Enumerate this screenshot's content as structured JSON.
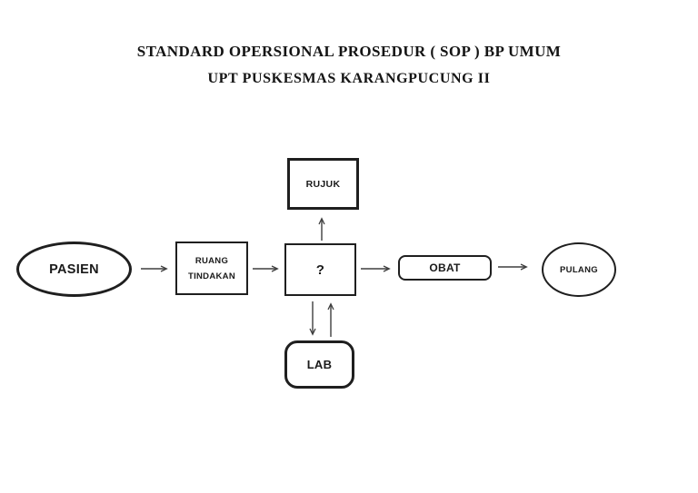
{
  "document": {
    "title_line1": "STANDARD OPERSIONAL PROSEDUR ( SOP ) BP UMUM",
    "title_line2": "UPT PUSKESMAS KARANGPUCUNG II"
  },
  "flowchart": {
    "nodes": {
      "pasien": {
        "label": "PASIEN",
        "shape": "ellipse"
      },
      "ruang_tindakan": {
        "label_line1": "RUANG",
        "label_line2": "TINDAKAN",
        "shape": "rectangle"
      },
      "decision": {
        "label": "?",
        "shape": "rectangle"
      },
      "rujuk": {
        "label": "RUJUK",
        "shape": "rectangle"
      },
      "lab": {
        "label": "LAB",
        "shape": "rounded-rectangle"
      },
      "obat": {
        "label": "OBAT",
        "shape": "rounded-rectangle"
      },
      "pulang": {
        "label": "PULANG",
        "shape": "ellipse"
      }
    },
    "edges": [
      {
        "from": "PASIEN",
        "to": "RUANG TINDAKAN",
        "direction": "right"
      },
      {
        "from": "RUANG TINDAKAN",
        "to": "?",
        "direction": "right"
      },
      {
        "from": "?",
        "to": "RUJUK",
        "direction": "up"
      },
      {
        "from": "?",
        "to": "LAB",
        "direction": "down"
      },
      {
        "from": "LAB",
        "to": "?",
        "direction": "up"
      },
      {
        "from": "?",
        "to": "OBAT",
        "direction": "right"
      },
      {
        "from": "OBAT",
        "to": "PULANG",
        "direction": "right"
      }
    ],
    "colors": {
      "background": "#ffffff",
      "shape_stroke": "#1f1f1f",
      "arrow_stroke": "#3f3f3f",
      "text": "#1a1a1a"
    }
  }
}
